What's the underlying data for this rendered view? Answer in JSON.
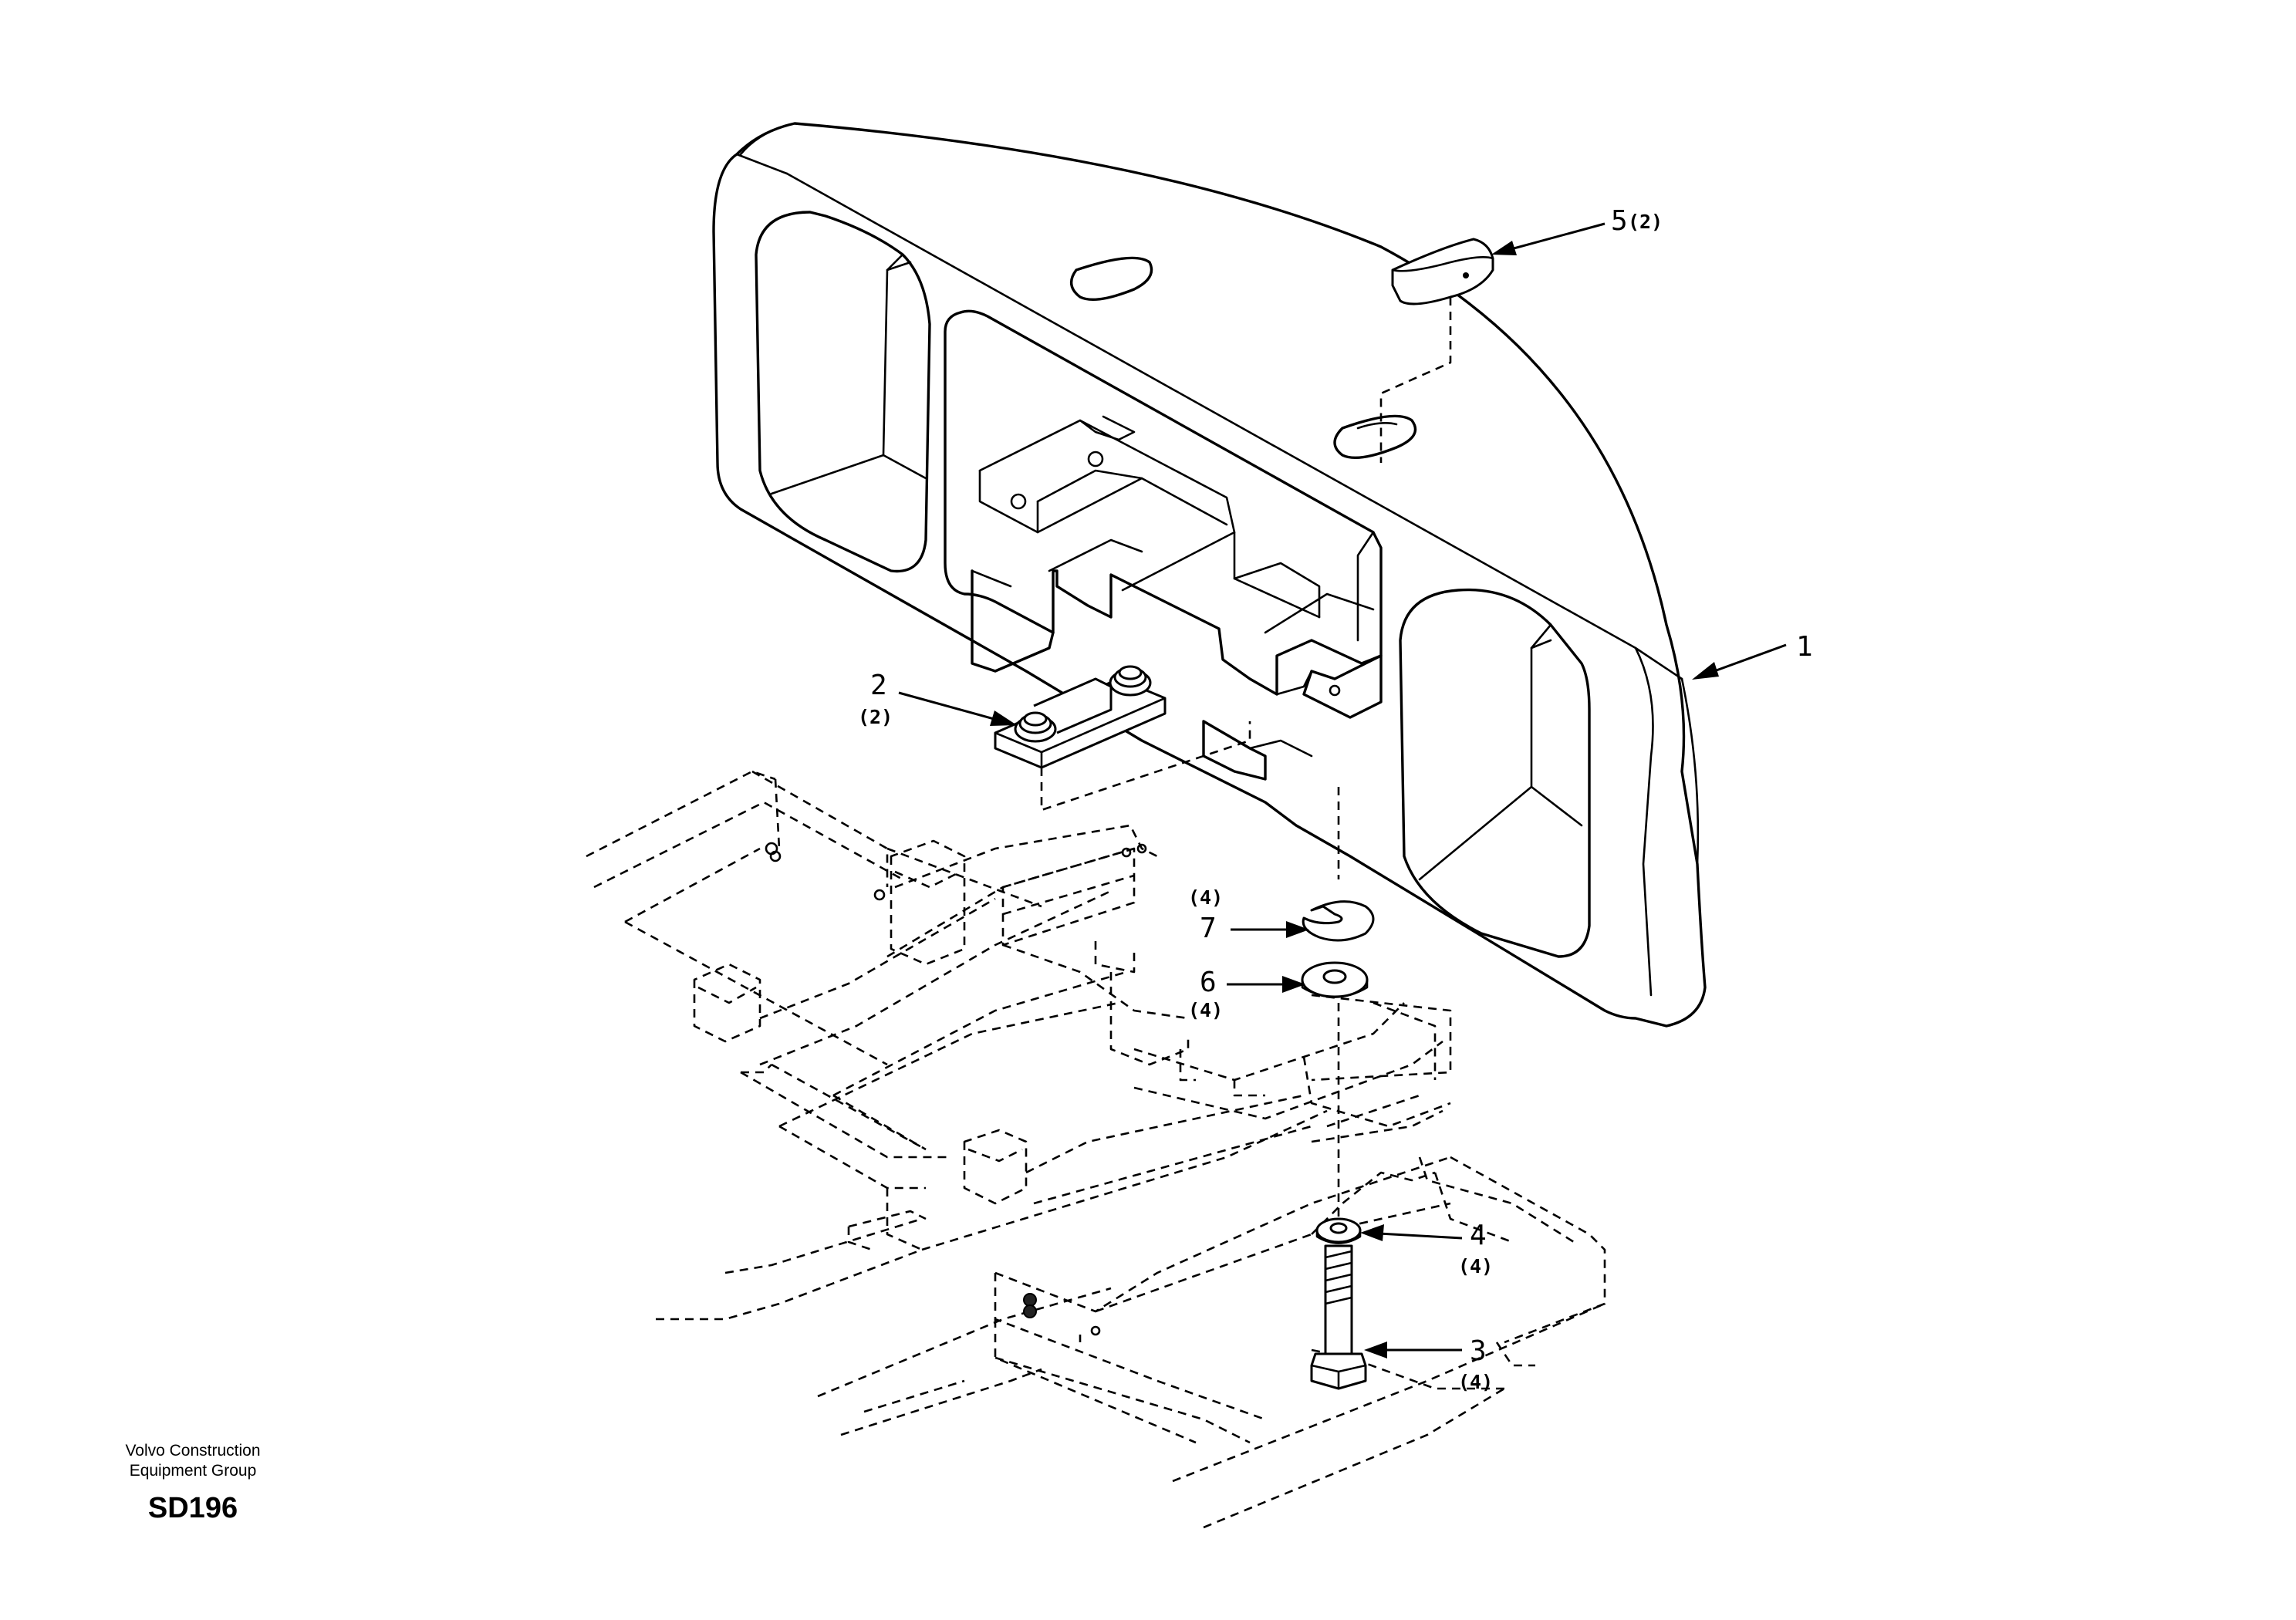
{
  "callouts": [
    {
      "id": "1",
      "number": "1",
      "qty": ""
    },
    {
      "id": "2",
      "number": "2",
      "qty": "(2)"
    },
    {
      "id": "3",
      "number": "3",
      "qty": "(4)"
    },
    {
      "id": "4",
      "number": "4",
      "qty": "(4)"
    },
    {
      "id": "5",
      "number": "5",
      "qty": "(2)"
    },
    {
      "id": "6",
      "number": "6",
      "qty": "(4)"
    },
    {
      "id": "7",
      "number": "7",
      "qty": "(4)"
    }
  ],
  "branding": {
    "line1": "Volvo Construction",
    "line2": "Equipment Group",
    "code": "SD196"
  }
}
